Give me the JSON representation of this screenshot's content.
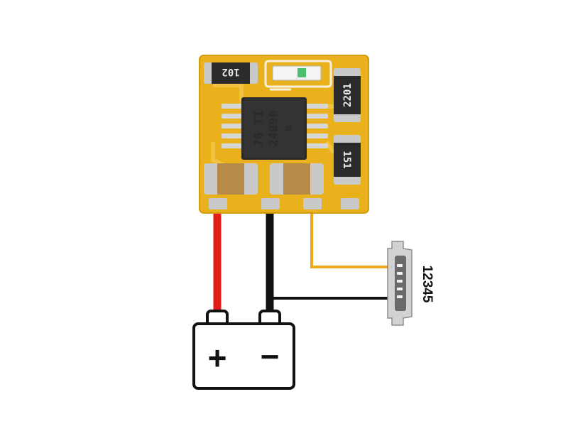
{
  "board": {
    "resistor_top_marking": "102",
    "resistor_right_top_marking": "2201",
    "resistor_right_bottom_marking": "151",
    "ic_line1": "76 TI",
    "ic_line2": "24090",
    "ic_line3": "a"
  },
  "usb": {
    "pin_numbers": "12345"
  },
  "battery": {
    "plus_symbol": "+",
    "minus_symbol": "−"
  },
  "colors": {
    "pcb": "#e9b11c",
    "pcb_edge": "#d49a10",
    "wire_positive": "#e21b1b",
    "wire_negative": "#111111",
    "wire_signal": "#f0a818",
    "pad": "#c9c9c9",
    "smd_body": "#2b2b2b"
  }
}
